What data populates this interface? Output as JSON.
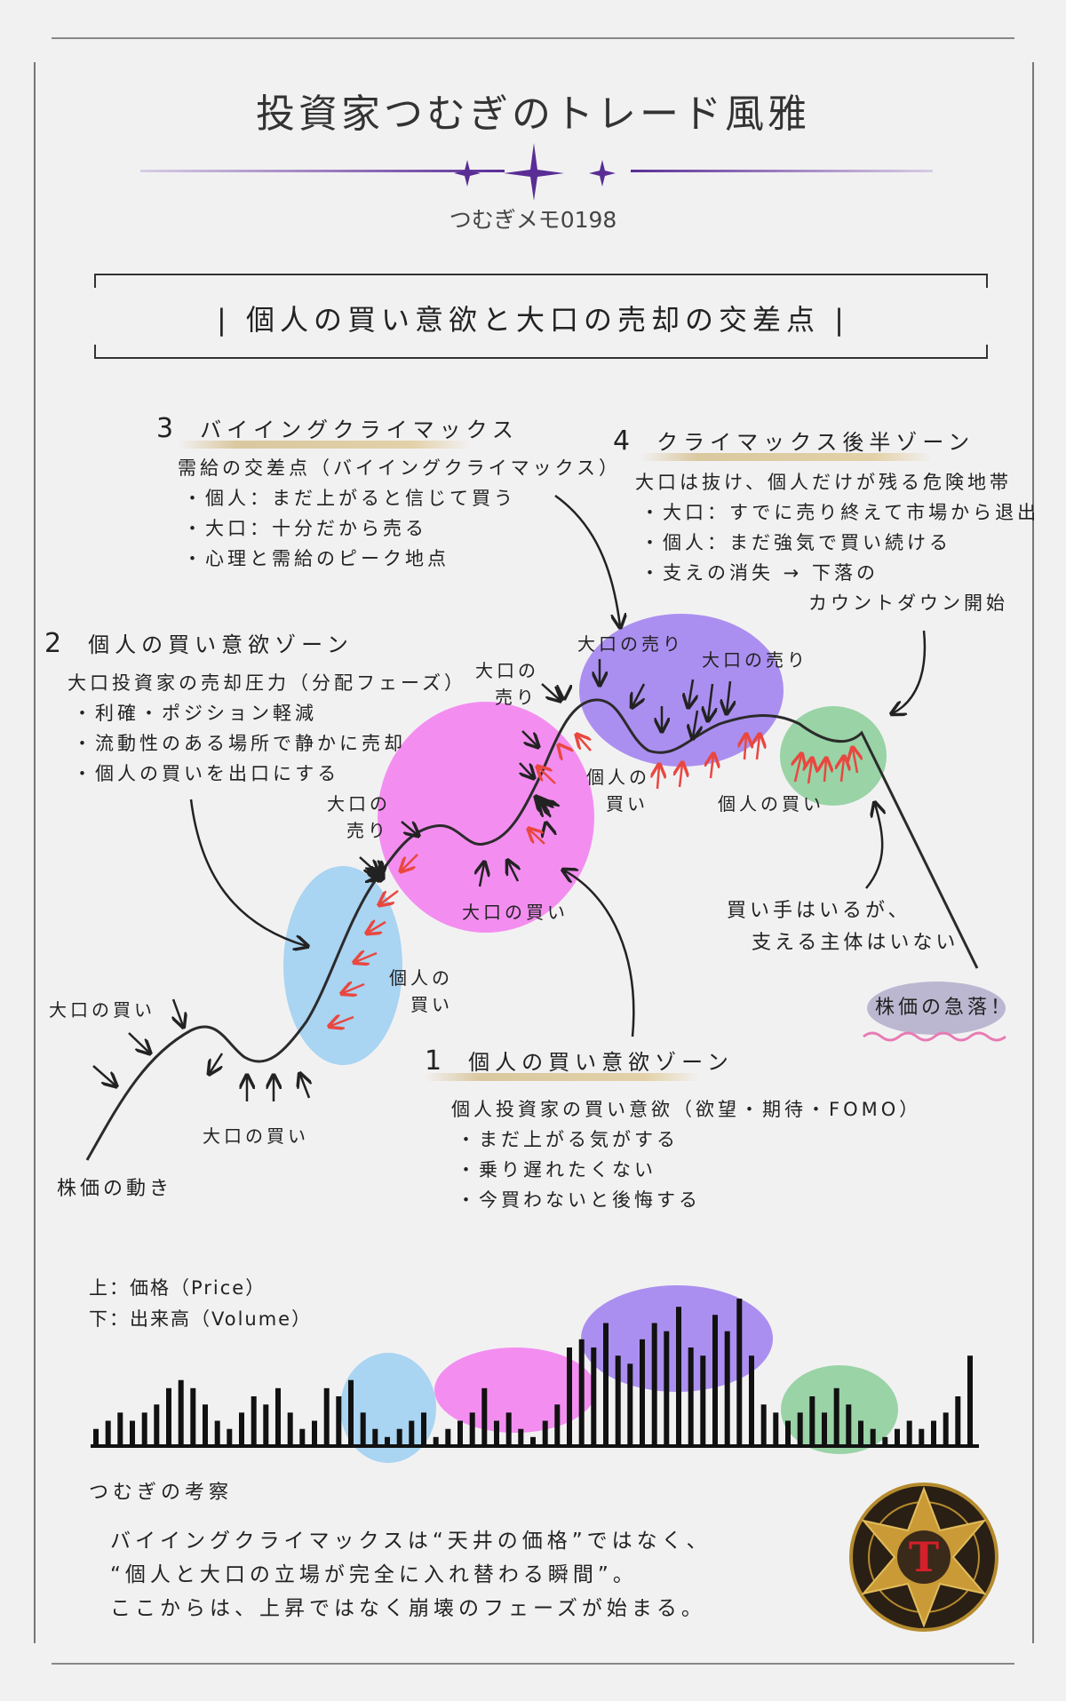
{
  "header": {
    "title": "投資家つむぎのトレード風雅",
    "subtitle": "つむぎメモ0198"
  },
  "headline": "| 個人の買い意欲と大口の売却の交差点 |",
  "zones": {
    "zone1": {
      "number": "1",
      "title": "個人の買い意欲ゾーン",
      "lines": [
        "個人投資家の買い意欲（欲望・期待・FOMO）",
        "・まだ上がる気がする",
        "・乗り遅れたくない",
        "・今買わないと後悔する"
      ]
    },
    "zone2": {
      "number": "2",
      "title": "個人の買い意欲ゾーン",
      "lines": [
        "大口投資家の売却圧力（分配フェーズ）",
        "・利確・ポジション軽減",
        "・流動性のある場所で静かに売却",
        "・個人の買いを出口にする"
      ]
    },
    "zone3": {
      "number": "3",
      "title": "バイイングクライマックス",
      "lines": [
        "需給の交差点（バイイングクライマックス）",
        "・個人：まだ上がると信じて買う",
        "・大口：十分だから売る",
        "・心理と需給のピーク地点"
      ]
    },
    "zone4": {
      "number": "4",
      "title": "クライマックス後半ゾーン",
      "lines": [
        "大口は抜け、個人だけが残る危険地帯",
        "・大口：すでに売り終えて市場から退出",
        "・個人：まだ強気で買い続ける",
        "・支えの消失 → 下落の",
        "カウントダウン開始"
      ]
    }
  },
  "labels": {
    "big_buy_1": "大口の買い",
    "big_buy_2": "大口の買い",
    "big_buy_3": "大口の買い",
    "big_sell_1a": "大口の",
    "big_sell_1b": "売り",
    "big_sell_2a": "大口の",
    "big_sell_2b": "売り",
    "big_sell_3": "大口の売り",
    "big_sell_4": "大口の売り",
    "retail_buy_1a": "個人の",
    "retail_buy_1b": "買い",
    "retail_buy_2a": "個人の",
    "retail_buy_2b": "買い",
    "retail_buy_3": "個人の買い",
    "price_move": "株価の動き",
    "buyers_1": "買い手はいるが、",
    "buyers_2": "支える主体はいない",
    "crash": "株価の急落！"
  },
  "legend": {
    "price": "上：価格（Price）",
    "volume": "下：出来高（Volume）"
  },
  "chart_data": {
    "type": "bar",
    "values": [
      2,
      3,
      4,
      3,
      4,
      5,
      7,
      8,
      7,
      5,
      3,
      2,
      4,
      6,
      5,
      7,
      4,
      2,
      3,
      7,
      6,
      8,
      4,
      2,
      1,
      2,
      3,
      4,
      1,
      2,
      3,
      4,
      7,
      3,
      4,
      2,
      1,
      3,
      5,
      12,
      13,
      12,
      15,
      11,
      10,
      13,
      15,
      14,
      17,
      12,
      11,
      16,
      14,
      18,
      11,
      5,
      4,
      3,
      4,
      6,
      4,
      7,
      5,
      3,
      2,
      1,
      2,
      3,
      2,
      3,
      4,
      6,
      11
    ],
    "highlights": [
      {
        "zone": "1",
        "color": "#a9d4f2"
      },
      {
        "zone": "2",
        "color": "#f38ef0"
      },
      {
        "zone": "3",
        "color": "#ab8ff0"
      },
      {
        "zone": "4",
        "color": "#99d3a6"
      }
    ]
  },
  "note": {
    "title": "つむぎの考察",
    "lines": [
      "バイイングクライマックスは“天井の価格”ではなく、",
      "“個人と大口の立場が完全に入れ替わる瞬間”。",
      "ここからは、上昇ではなく崩壊のフェーズが始まる。"
    ]
  },
  "colors": {
    "zone1": "#a9d4f2",
    "zone2": "#f38ef0",
    "zone3": "#ab8ff0",
    "zone4": "#99d3a6",
    "retail_arrow": "#e9473f",
    "accent": "#6a3aa8"
  }
}
